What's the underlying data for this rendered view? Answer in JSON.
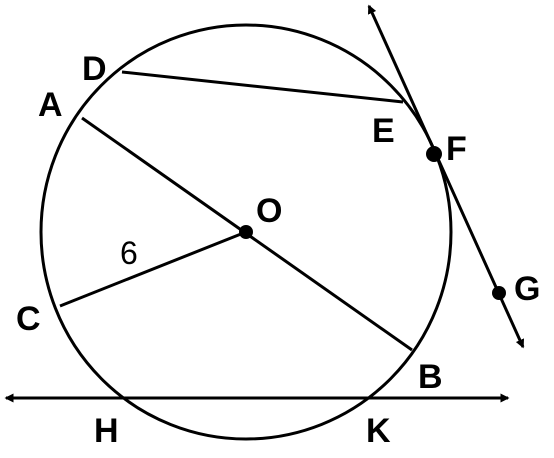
{
  "diagram": {
    "points": {
      "A": "A",
      "B": "B",
      "C": "C",
      "D": "D",
      "E": "E",
      "F": "F",
      "G": "G",
      "H": "H",
      "K": "K",
      "O": "O"
    },
    "radius_label": "6"
  }
}
